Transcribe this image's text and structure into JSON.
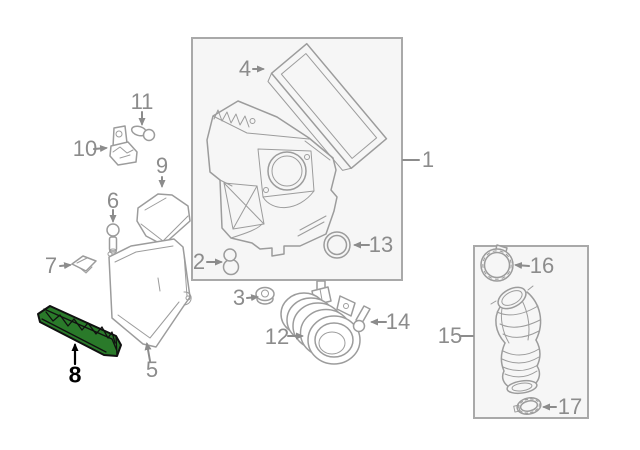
{
  "diagram": {
    "colors": {
      "bg": "#ffffff",
      "line": "#9c9c9c",
      "label": "#8c8c8c",
      "box_fill": "#f6f6f6",
      "box_border": "#a9a9a9",
      "hl_fill": "#2a7a2a",
      "hl_line": "#101010",
      "hl_label": "#000000"
    },
    "parts": [
      {
        "number": "1"
      },
      {
        "number": "2"
      },
      {
        "number": "3"
      },
      {
        "number": "4"
      },
      {
        "number": "5"
      },
      {
        "number": "6"
      },
      {
        "number": "7"
      },
      {
        "number": "8",
        "highlighted": true
      },
      {
        "number": "9"
      },
      {
        "number": "10"
      },
      {
        "number": "11"
      },
      {
        "number": "12"
      },
      {
        "number": "13"
      },
      {
        "number": "14"
      },
      {
        "number": "15"
      },
      {
        "number": "16"
      },
      {
        "number": "17"
      }
    ]
  }
}
